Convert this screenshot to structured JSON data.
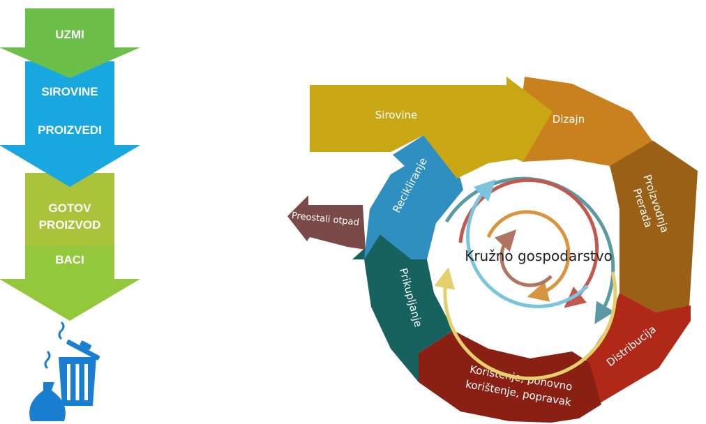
{
  "linear_economy": {
    "steps": [
      "UZMI",
      "SIROVINE",
      "PROIZVEDI",
      "GOTOV",
      "PROIZVOD",
      "BACI"
    ],
    "colors": {
      "green_top": "#6cc04a",
      "blue": "#19a7e0",
      "olive": "#a9c43a",
      "lime": "#93c83c",
      "icon_blue": "#1a7fd1"
    },
    "end_icon": "trash-bin-icon"
  },
  "circular_economy": {
    "center_title": "Kružno gospodarstvo",
    "stages": [
      {
        "label": "Sirovine",
        "color": "#c9a614"
      },
      {
        "label": "Dizajn",
        "color": "#c8811c"
      },
      {
        "label_lines": [
          "Proizvodnja",
          "Prerada"
        ],
        "color": "#9a6016"
      },
      {
        "label": "Distribucija",
        "color": "#b02818"
      },
      {
        "label_lines": [
          "Korištenje, ponovno",
          "korištenje, popravak"
        ],
        "color": "#8a1f14"
      },
      {
        "label": "Prikupljanje",
        "color": "#17615f"
      },
      {
        "label": "Recikliranje",
        "color": "#2e8fc0"
      }
    ],
    "waste": {
      "label": "Preostali otpad",
      "color": "#7a4a48"
    }
  }
}
